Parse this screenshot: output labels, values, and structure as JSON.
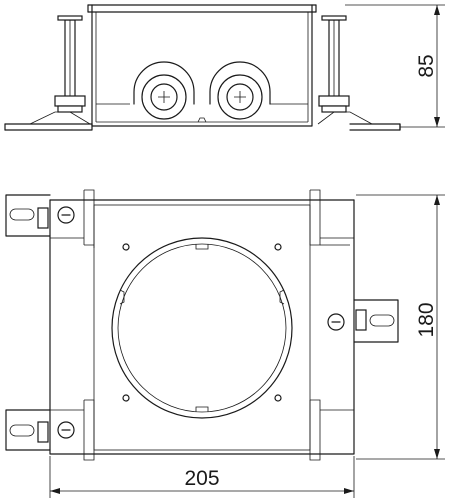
{
  "dimensions": {
    "height": "85",
    "depth": "180",
    "width": "205"
  }
}
